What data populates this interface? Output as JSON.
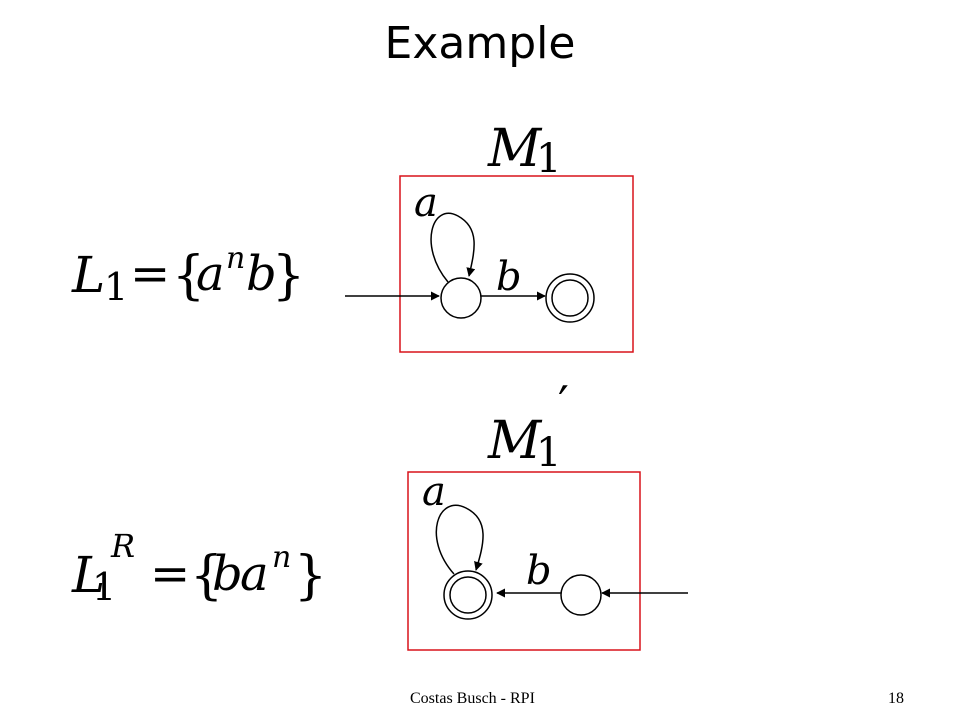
{
  "slide": {
    "title": "Example",
    "footer_left": "Costas Busch - RPI",
    "page_number": "18"
  },
  "colors": {
    "box_border": "#d9121a",
    "ink": "#000000"
  },
  "top": {
    "language": {
      "L": "L",
      "sub": "1",
      "eq": "=",
      "open": "{",
      "a": "a",
      "exp": "n",
      "b": "b",
      "close": "}"
    },
    "machine": {
      "M": "M",
      "sub": "1"
    },
    "loop_label": "a",
    "edge_label": "b"
  },
  "bottom": {
    "language": {
      "L": "L",
      "sub": "1",
      "sup": "R",
      "eq": "=",
      "open": "{",
      "b": "b",
      "a": "a",
      "exp": "n",
      "close": "}"
    },
    "machine": {
      "M": "M",
      "sub": "1",
      "prime": "′"
    },
    "loop_label": "a",
    "edge_label": "b"
  }
}
